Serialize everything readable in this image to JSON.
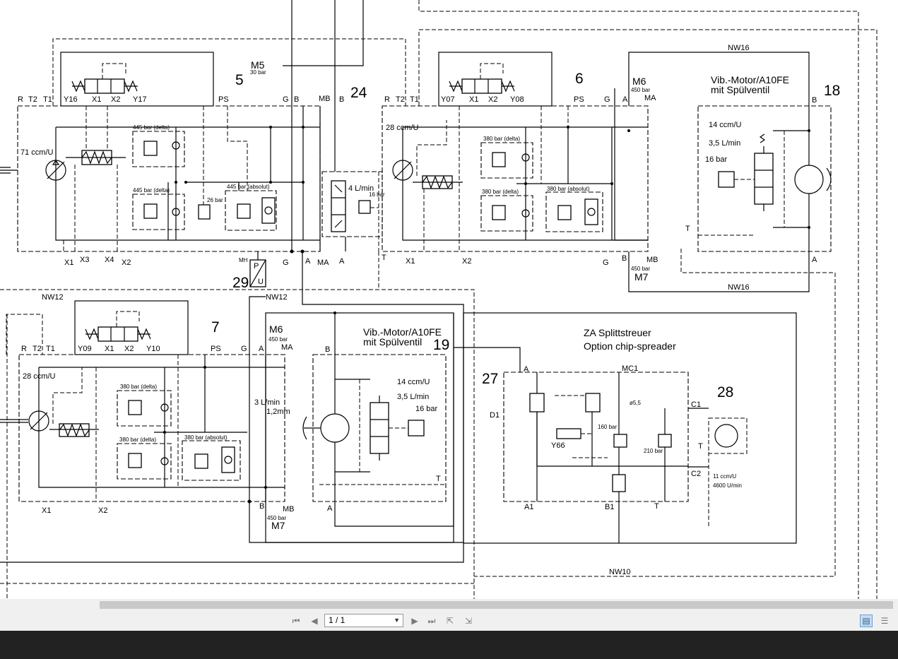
{
  "viewer": {
    "page_indicator": "1 / 1",
    "controls": [
      "first-page-icon",
      "previous-page-icon",
      "next-page-icon",
      "last-page-icon",
      "sync-forward-icon",
      "sync-back-icon",
      "single-page-view-icon",
      "continuous-view-icon"
    ],
    "active_view": "single-page"
  },
  "units": {
    "u5": {
      "number": "5",
      "ports_top": [
        "R",
        "T2",
        "T1",
        "Y16",
        "X1",
        "X2",
        "Y17",
        "PS",
        "G",
        "B",
        "MB"
      ],
      "ports_bottom": [
        "X1",
        "X3",
        "X4",
        "X2",
        "MH",
        "G",
        "A",
        "MA"
      ],
      "displacement": "71 ccm/U",
      "relief_1": "445 bar (delta)",
      "relief_2": "445 bar (delta)",
      "relief_3": "445 bar (absolut)",
      "charge": "26 bar"
    },
    "u24": {
      "number": "24",
      "flow": "4 L/min",
      "pressure": "16 bar",
      "ports": [
        "B",
        "A",
        "T"
      ]
    },
    "u6": {
      "number": "6",
      "ports_top": [
        "R",
        "T2",
        "T1",
        "Y07",
        "X1",
        "X2",
        "Y08",
        "PS",
        "G",
        "A"
      ],
      "ports_bottom": [
        "X1",
        "X2",
        "G",
        "B",
        "MB"
      ],
      "displacement": "28 ccm/U",
      "relief_1": "380 bar (delta)",
      "relief_2": "380 bar (delta)",
      "relief_3": "380 bar (absolut)",
      "m6": "M6",
      "m6_pressure": "450 bar",
      "m6_port": "MA",
      "m7": "M7",
      "m7_pressure": "450 bar"
    },
    "u18": {
      "number": "18",
      "title_1": "Vib.-Motor/A10FE",
      "title_2": "mit Spülventil",
      "line_top": "NW16",
      "line_bottom": "NW16",
      "displacement": "14 ccm/U",
      "flow": "3,5 L/min",
      "pressure": "16 bar",
      "ports": [
        "B",
        "T",
        "A"
      ]
    },
    "u29": {
      "number": "29",
      "label_p": "P",
      "label_u": "U",
      "line_left": "NW12",
      "line_right": "NW12"
    },
    "u7": {
      "number": "7",
      "ports_top": [
        "R",
        "T2",
        "T1",
        "Y09",
        "X1",
        "X2",
        "Y10",
        "PS",
        "G",
        "A"
      ],
      "ports_bottom": [
        "X1",
        "X2",
        "B",
        "MB"
      ],
      "displacement": "28 ccm/U",
      "relief_1": "380 bar (delta)",
      "relief_2": "380 bar (delta)",
      "relief_3": "380 bar (absolut)",
      "orifice_flow": "3 L/min",
      "orifice": "1,2mm",
      "m6": "M6",
      "m6_pressure": "450 bar",
      "m6_port": "MA",
      "m7": "M7",
      "m7_pressure": "450 bar"
    },
    "u19": {
      "number": "19",
      "title_1": "Vib.-Motor/A10FE",
      "title_2": "mit Spülventil",
      "displacement": "14 ccm/U",
      "flow": "3,5 L/min",
      "pressure": "16 bar",
      "ports": [
        "B",
        "T",
        "A"
      ]
    },
    "u27": {
      "number": "27",
      "title_1": "ZA Splittstreuer",
      "title_2": "Option chip-spreader",
      "ports": [
        "A",
        "MC1",
        "D1",
        "C1",
        "C2",
        "A1",
        "B1",
        "T"
      ],
      "valve": "Y66",
      "orifice": "ø5,5",
      "relief_1": "160 bar",
      "relief_2": "210 bar"
    },
    "u28": {
      "number": "28",
      "port": "T",
      "displacement": "11 ccm/U",
      "speed": "4600 U/min"
    },
    "m5": {
      "label": "M5",
      "pressure": "30 bar"
    },
    "nw10": "NW10"
  }
}
